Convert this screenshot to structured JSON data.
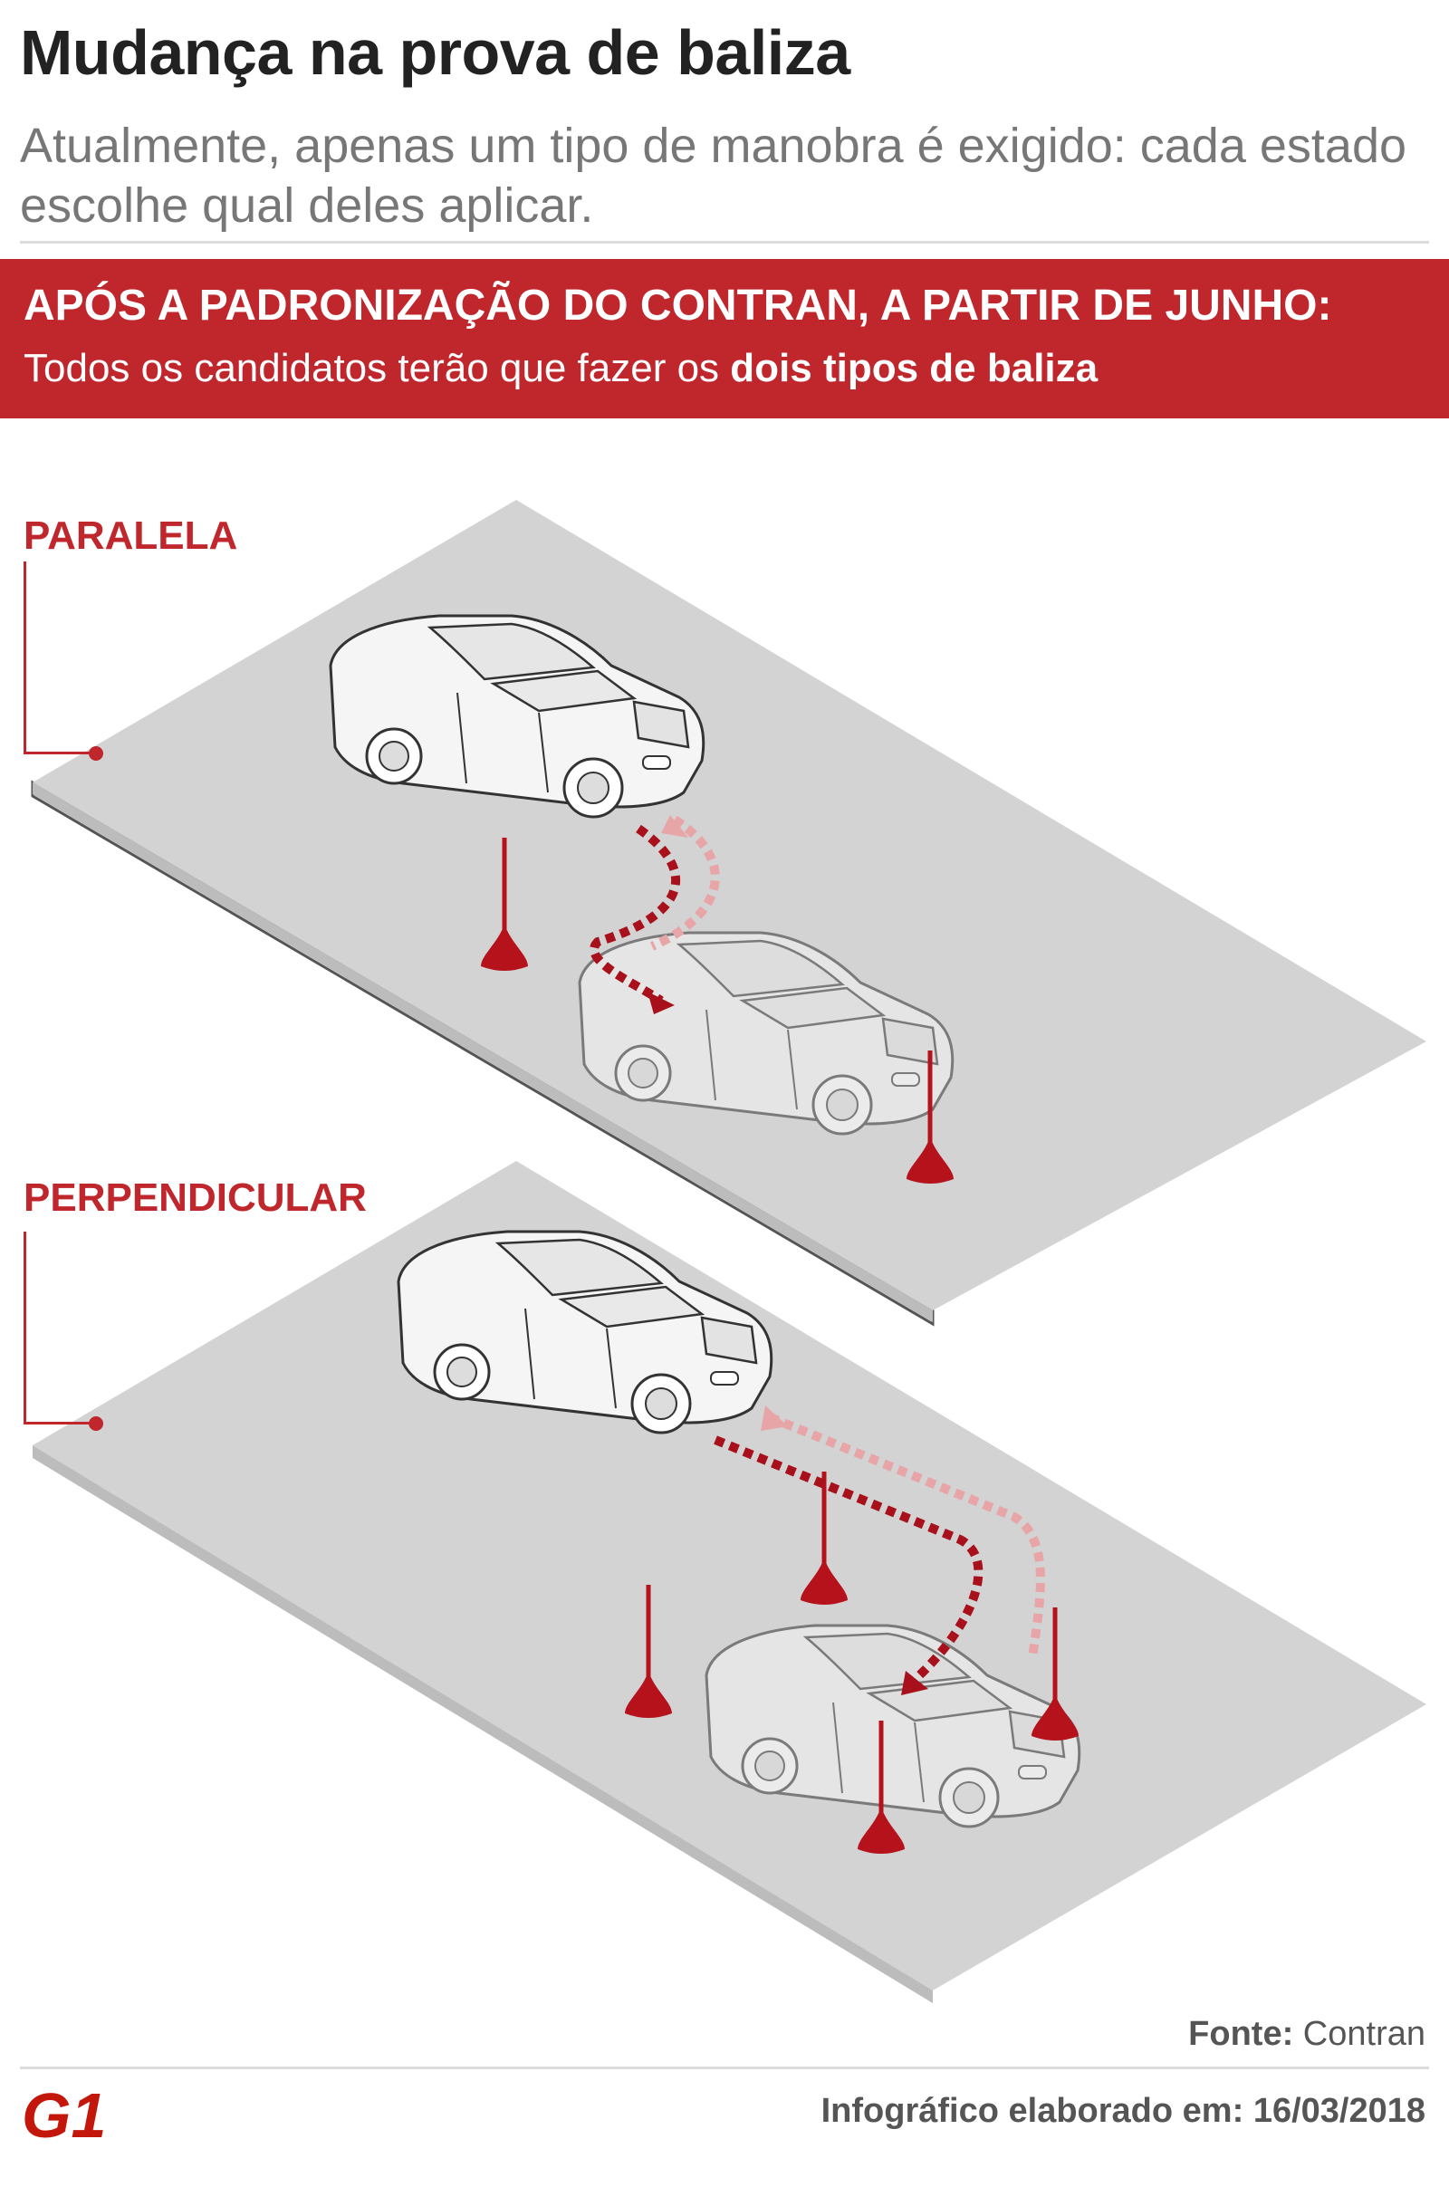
{
  "header": {
    "title": "Mudança na prova de baliza",
    "subtitle": "Atualmente, apenas um tipo de manobra é exigido: cada estado escolhe qual deles aplicar."
  },
  "banner": {
    "headline": "APÓS A PADRONIZAÇÃO DO CONTRAN, A PARTIR DE JUNHO:",
    "text_prefix": "Todos os candidatos terão que fazer os",
    "text_bold": "dois tipos de baliza"
  },
  "sections": [
    {
      "label": "PARALELA"
    },
    {
      "label": "PERPENDICULAR"
    }
  ],
  "source": {
    "label": "Fonte:",
    "value": "Contran"
  },
  "footer": {
    "label": "Infográfico elaborado em:",
    "date": "16/03/2018"
  },
  "logo": {
    "text": "G1"
  },
  "colors": {
    "accent": "#c0272d",
    "ground": "#d3d3d3",
    "ground_edge": "#bcbcbc",
    "car": "#f4f4f4",
    "title": "#222222",
    "subtitle": "#777777"
  },
  "icons": [
    "car-icon",
    "cone-icon",
    "arrow-path-icon",
    "g1-logo"
  ]
}
